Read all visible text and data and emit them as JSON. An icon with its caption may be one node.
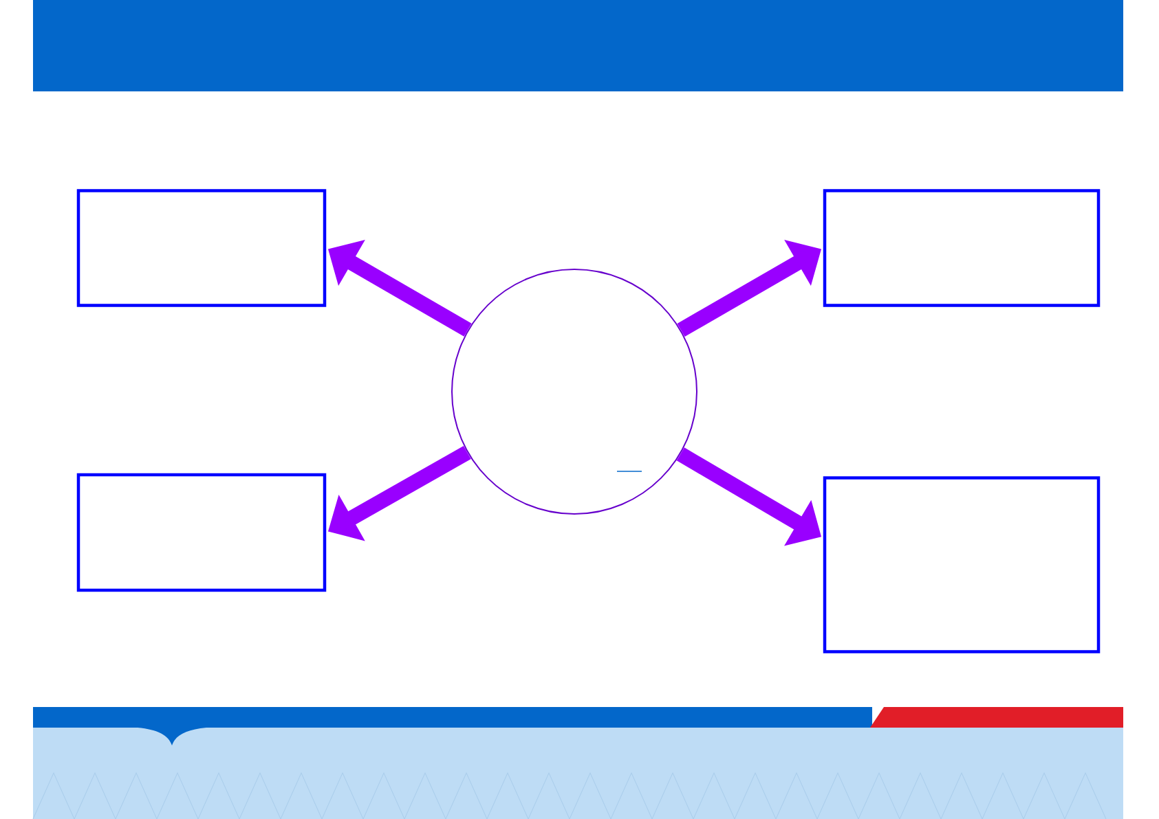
{
  "diagram": {
    "nodes": [
      {
        "text": [],
        "shape": "box"
      },
      {
        "text": [],
        "shape": "box"
      },
      {
        "text": [],
        "shape": "circle"
      },
      {
        "text": [],
        "shape": "box"
      },
      {
        "text": [],
        "shape": "box"
      }
    ],
    "edges": [
      {
        "from": 2,
        "to": 0,
        "arrow": "to"
      },
      {
        "from": 2,
        "to": 1,
        "arrow": "to"
      },
      {
        "from": 2,
        "to": 3,
        "arrow": "to"
      },
      {
        "from": 2,
        "to": 4,
        "arrow": "to"
      }
    ]
  }
}
